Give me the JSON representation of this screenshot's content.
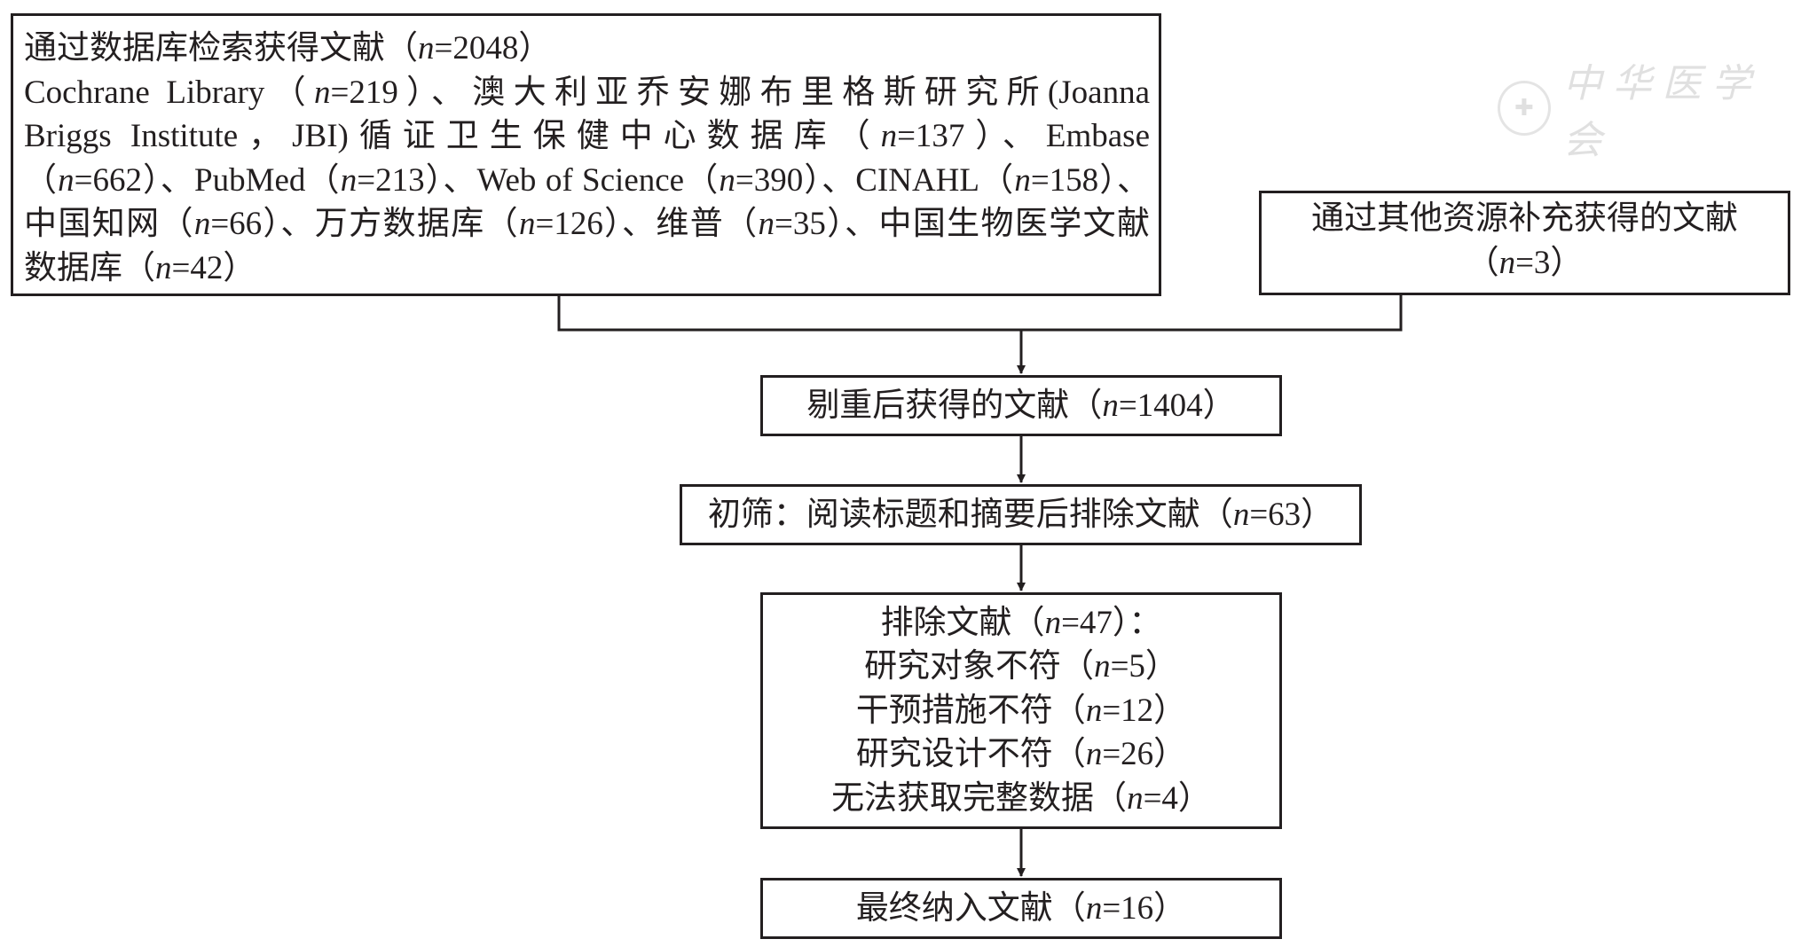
{
  "database_search": {
    "lines": [
      "通过数据库检索获得文献（n=2048）",
      "Cochrane Library（n=219）、澳大利亚乔安娜布里格斯研究所(Joanna",
      "Briggs Institute，JBI)循证卫生保健中心数据库（n=137）、Embase",
      "（n=662）、PubMed（n=213）、Web of Science（n=390）、CINAHL（n=158）、",
      "中国知网（n=66）、万方数据库（n=126）、维普（n=35）、中国生物医学文献",
      "数据库（n=42）"
    ]
  },
  "other_sources": {
    "lines": [
      "通过其他资源补充获得的文献",
      "（n=3）"
    ]
  },
  "after_dedup": "剔重后获得的文献（n=1404）",
  "initial_screen": "初筛：阅读标题和摘要后排除文献（n=63）",
  "excluded": {
    "lines": [
      "排除文献（n=47）：",
      "研究对象不符（n=5）",
      "干预措施不符（n=12）",
      "研究设计不符（n=26）",
      "无法获取完整数据（n=4）"
    ]
  },
  "final_included": "最终纳入文献（n=16）",
  "watermark": {
    "text": "中华医学会",
    "icon": "society-seal-icon"
  }
}
